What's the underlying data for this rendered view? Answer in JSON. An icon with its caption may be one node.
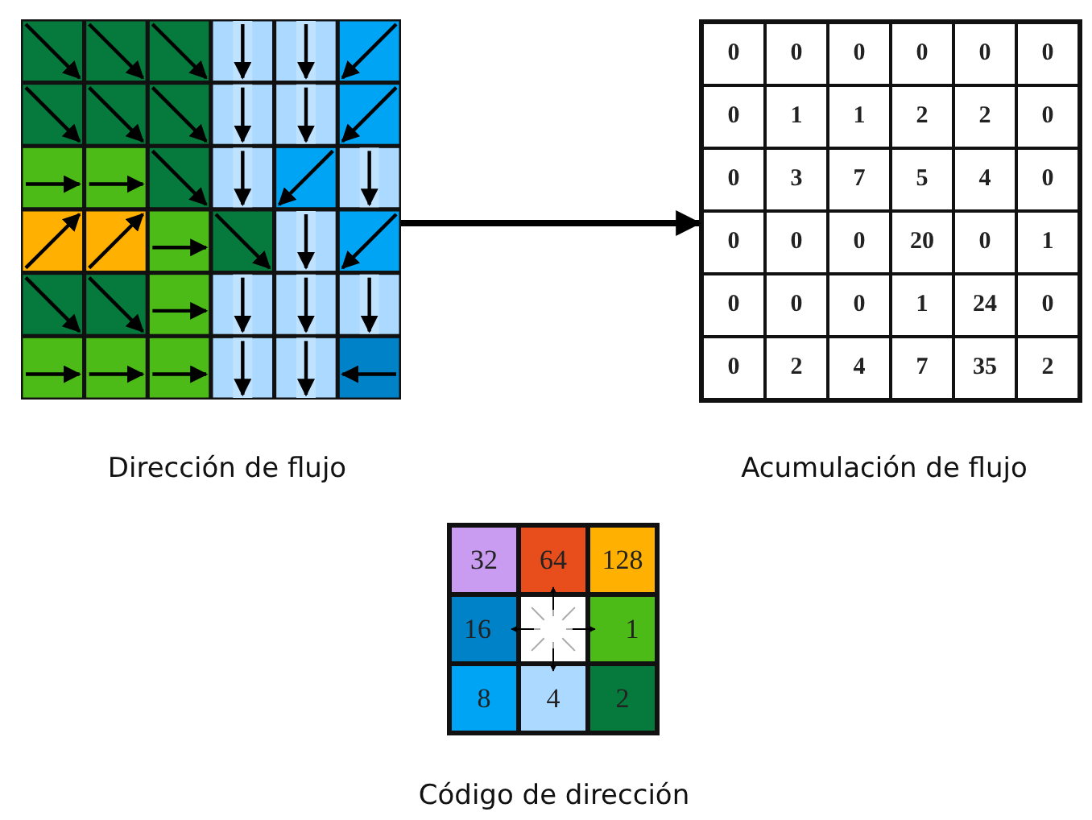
{
  "diagram": {
    "nodes": [
      {
        "text": [],
        "shape": "picture",
        "beside": [
          "Dirección de flujo"
        ]
      },
      {
        "text": [
          "0",
          "0",
          "0",
          "0",
          "0",
          "0",
          "0",
          "1",
          "1",
          "2",
          "2",
          "0",
          "0",
          "3",
          "7",
          "5",
          "4",
          "0",
          "0",
          "0",
          "0",
          "20",
          "0",
          "1",
          "0",
          "0",
          "0",
          "1",
          "24",
          "0",
          "0",
          "2",
          "4",
          "7",
          "35",
          "2"
        ],
        "beside": [
          "Acumulación de flujo"
        ]
      }
    ],
    "edges": [
      {
        "from": 0,
        "to": 1,
        "arrow": "to"
      }
    ],
    "labels": [
      "32",
      "64",
      "128",
      "16",
      "1",
      "8",
      "4",
      "2",
      "Código de dirección"
    ]
  }
}
